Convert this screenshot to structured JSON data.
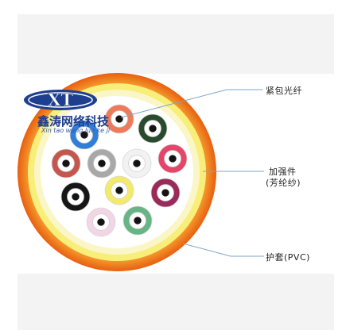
{
  "logo": {
    "mark": "XT",
    "company_name": "鑫涛网络科技",
    "pinyin": "Xin tao wang luo ke ji"
  },
  "callouts": {
    "tight_buffer_fiber": "紧包光纤",
    "strength_member": "加强件",
    "strength_member_note": "(芳纶纱)",
    "jacket": "护套(PVC)"
  },
  "colors": {
    "jacket_orange": "#f07a14",
    "strength_yellow": "#f8ee7a",
    "logo_navy": "#1e3f8f",
    "band_gray": "#f3f3f4",
    "leader_line": "#7fa6c8"
  },
  "fibers": [
    {
      "name": "orange",
      "color": "#ee7a5a"
    },
    {
      "name": "dark-green",
      "color": "#2a4a2e"
    },
    {
      "name": "blue",
      "color": "#2f7fd8"
    },
    {
      "name": "brown",
      "color": "#c4564e"
    },
    {
      "name": "gray",
      "color": "#a8a8a8"
    },
    {
      "name": "white",
      "color": "#f2f2f2"
    },
    {
      "name": "red",
      "color": "#e6456a"
    },
    {
      "name": "black",
      "color": "#161616"
    },
    {
      "name": "yellow",
      "color": "#f4ea6a"
    },
    {
      "name": "purple",
      "color": "#9a2a5a"
    },
    {
      "name": "pink",
      "color": "#f3d6e6"
    },
    {
      "name": "green",
      "color": "#67b585"
    }
  ]
}
